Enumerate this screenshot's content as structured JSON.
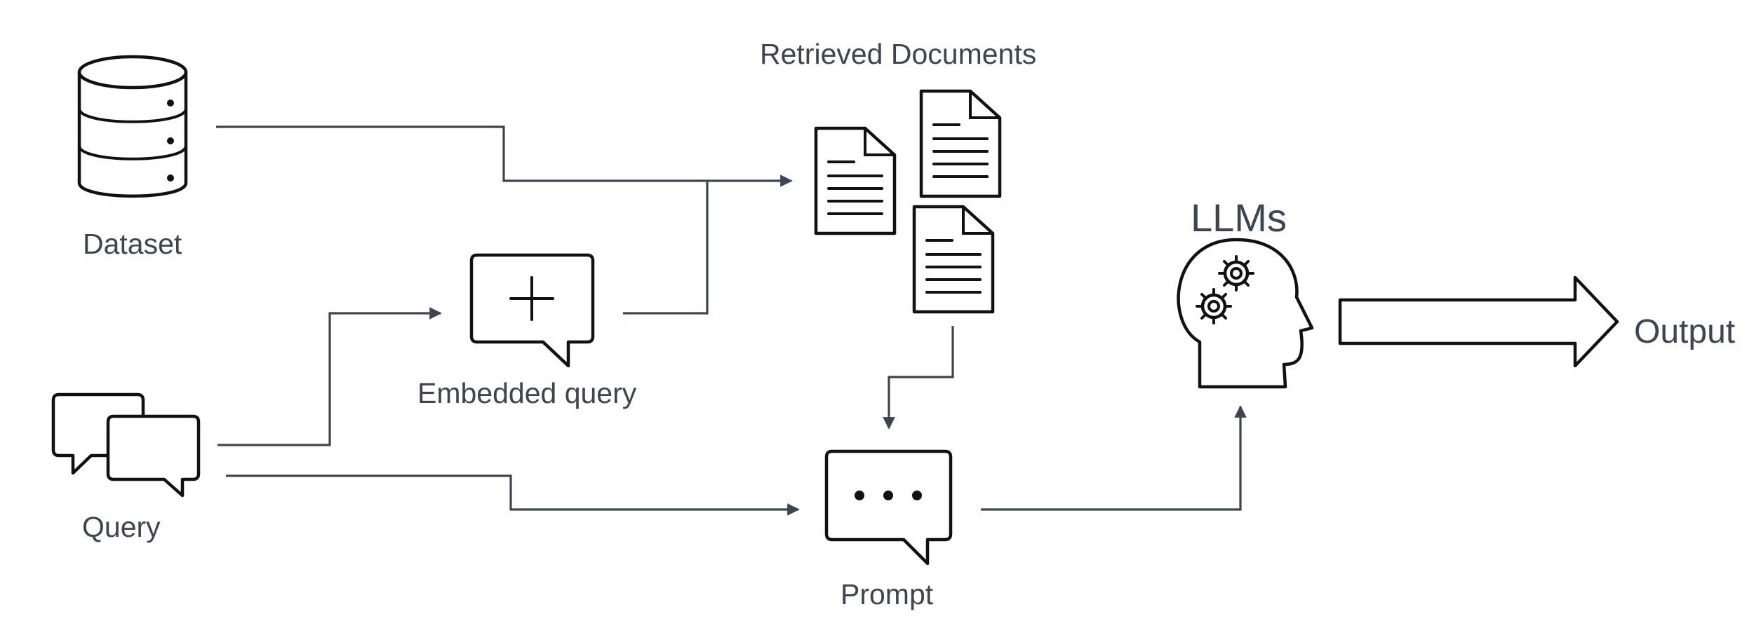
{
  "nodes": {
    "dataset": {
      "label": "Dataset",
      "icon": "database-icon"
    },
    "query": {
      "label": "Query",
      "icon": "chat-bubbles-icon"
    },
    "embedded_query": {
      "label": "Embedded query",
      "icon": "plus-speech-bubble-icon"
    },
    "retrieved_documents": {
      "label": "Retrieved Documents",
      "icon": "documents-icon"
    },
    "prompt": {
      "label": "Prompt",
      "icon": "ellipsis-speech-bubble-icon"
    },
    "llms": {
      "label": "LLMs",
      "icon": "head-gears-icon"
    },
    "output": {
      "label": "Output",
      "icon": "block-arrow-icon"
    }
  },
  "colors": {
    "connector": "#3d4550",
    "icon_stroke": "#111111",
    "label_text": "#3d4550"
  }
}
